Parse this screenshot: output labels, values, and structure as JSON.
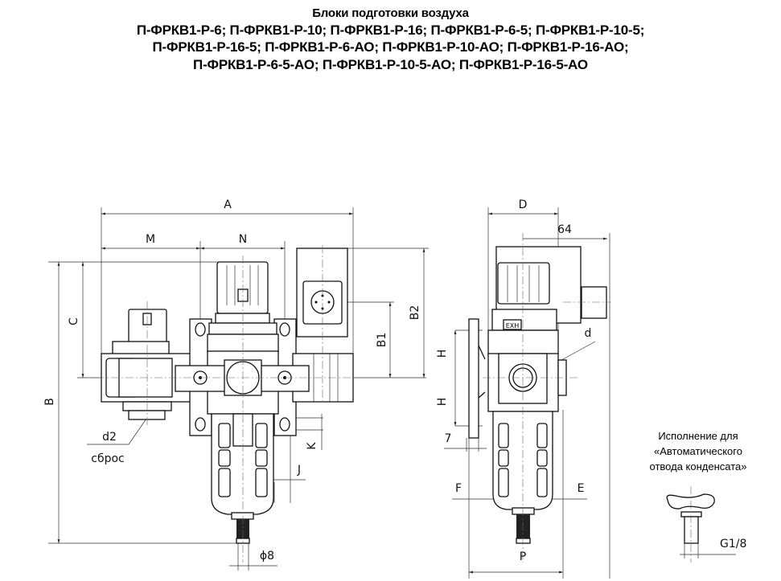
{
  "title": {
    "heading": "Блоки подготовки воздуха",
    "models_line1": "П-ФРКВ1-Р-6; П-ФРКВ1-Р-10; П-ФРКВ1-Р-16; П-ФРКВ1-Р-6-5; П-ФРКВ1-Р-10-5;",
    "models_line2": "П-ФРКВ1-Р-16-5; П-ФРКВ1-Р-6-АО; П-ФРКВ1-Р-10-АО; П-ФРКВ1-Р-16-АО;",
    "models_line3": "П-ФРКВ1-Р-6-5-АО; П-ФРКВ1-Р-10-5-АО; П-ФРКВ1-Р-16-5-АО"
  },
  "front_view": {
    "dim_A": "A",
    "dim_M": "M",
    "dim_N": "N",
    "dim_B": "B",
    "dim_C": "C",
    "dim_B1": "B1",
    "dim_B2": "B2",
    "dim_K": "K",
    "dim_J": "J",
    "dim_d2": "d2",
    "exhaust_label": "сброс",
    "dim_phi8": "ϕ8"
  },
  "side_view": {
    "dim_D": "D",
    "dim_64": "64",
    "dim_d": "d",
    "dim_H1": "H",
    "dim_H2": "H",
    "dim_7": "7",
    "dim_F": "F",
    "dim_E": "E",
    "dim_P": "P",
    "exh_marking": "EXH"
  },
  "inset": {
    "caption_line1": "Исполнение для",
    "caption_line2": "«Автоматического",
    "caption_line3": "отвода конденсата»",
    "dim_thread": "G1/8"
  }
}
